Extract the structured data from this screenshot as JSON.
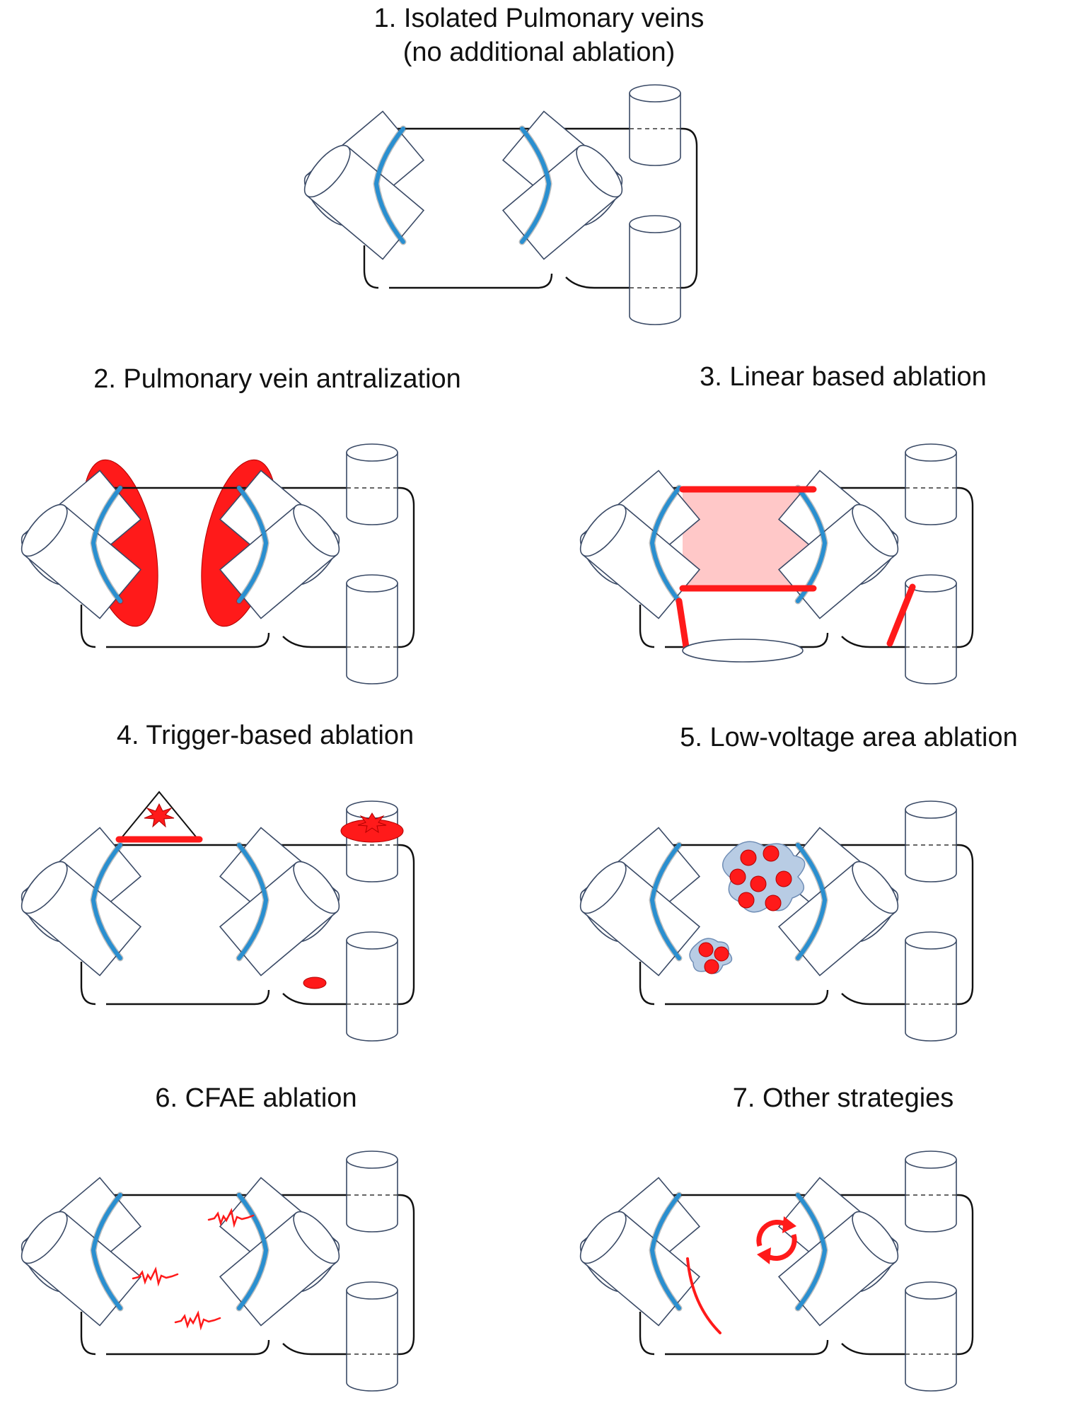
{
  "panels": [
    {
      "id": "p1",
      "title_lines": [
        "1. Isolated Pulmonary veins",
        "(no additional ablation)"
      ]
    },
    {
      "id": "p2",
      "title_lines": [
        "2. Pulmonary vein antralization"
      ]
    },
    {
      "id": "p3",
      "title_lines": [
        "3. Linear based ablation"
      ]
    },
    {
      "id": "p4",
      "title_lines": [
        "4. Trigger-based ablation"
      ]
    },
    {
      "id": "p5",
      "title_lines": [
        "5. Low-voltage area ablation"
      ]
    },
    {
      "id": "p6",
      "title_lines": [
        "6. CFAE ablation"
      ]
    },
    {
      "id": "p7",
      "title_lines": [
        "7. Other strategies"
      ]
    }
  ],
  "colors": {
    "ablation": "#ff1a1a",
    "ostium": "#2a8fd0",
    "line_region": "#ffc8c8",
    "low_voltage": "#b8cce4"
  }
}
